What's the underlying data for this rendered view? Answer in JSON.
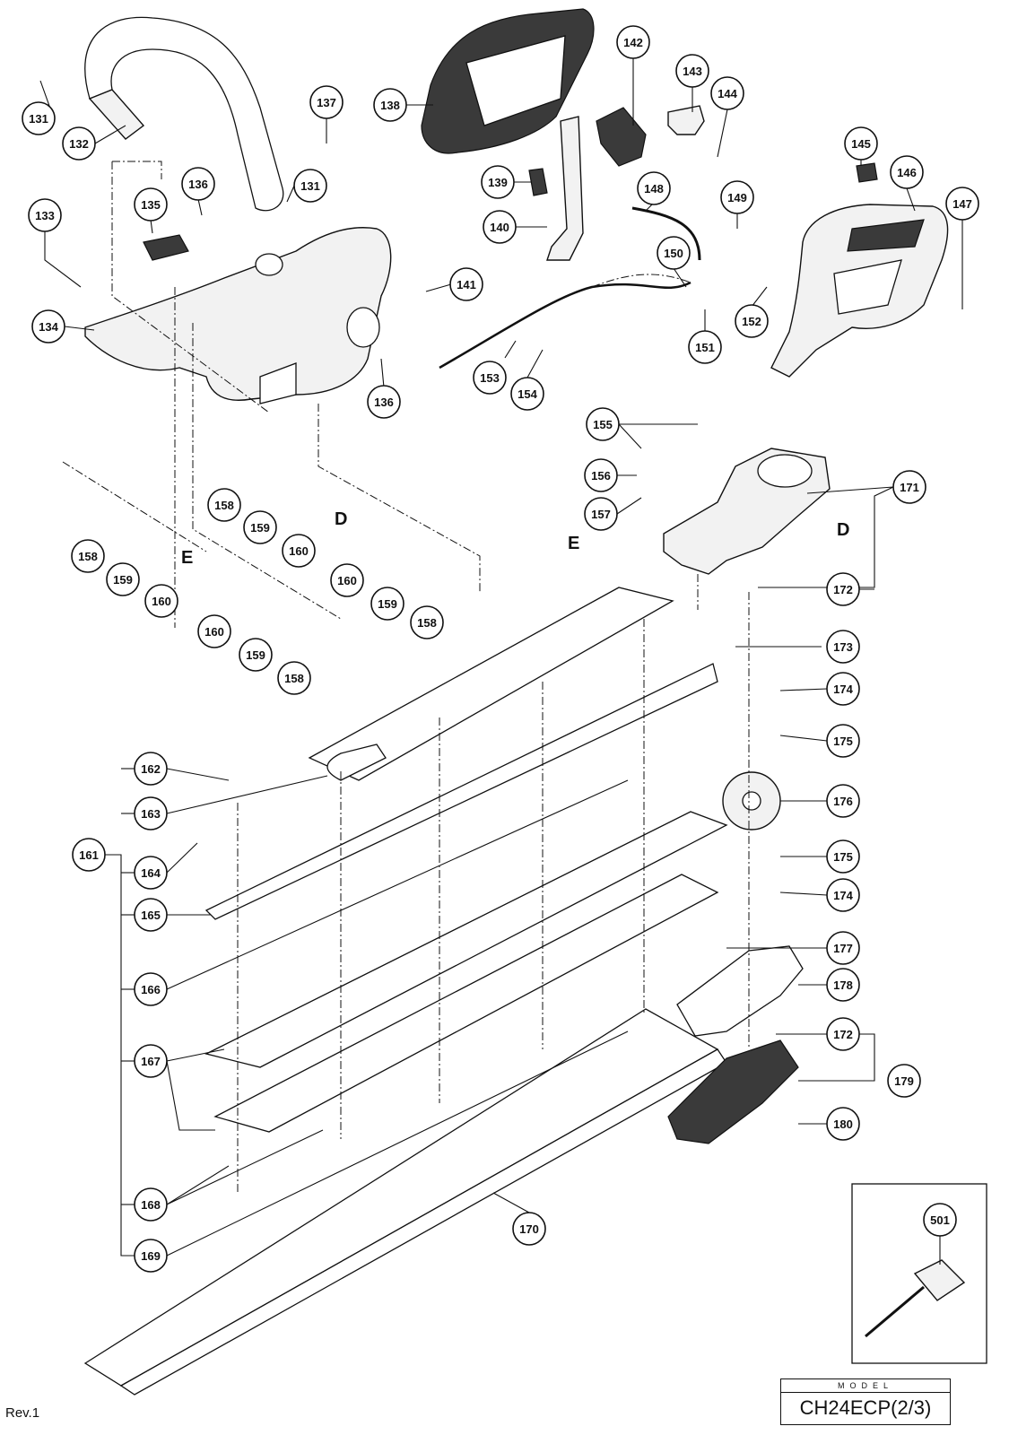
{
  "model": {
    "label": "MODEL",
    "name": "CH24ECP(2/3)"
  },
  "revision": "Rev.1",
  "reference_letters": [
    "D",
    "D",
    "E",
    "E"
  ],
  "callouts": [
    "131",
    "132",
    "131",
    "133",
    "134",
    "135",
    "136",
    "136",
    "137",
    "138",
    "139",
    "140",
    "141",
    "142",
    "143",
    "144",
    "145",
    "146",
    "147",
    "148",
    "149",
    "150",
    "151",
    "152",
    "153",
    "154",
    "155",
    "156",
    "157",
    "158",
    "159",
    "160",
    "158",
    "159",
    "160",
    "160",
    "159",
    "158",
    "160",
    "159",
    "158",
    "161",
    "162",
    "163",
    "164",
    "165",
    "166",
    "167",
    "168",
    "169",
    "170",
    "171",
    "172",
    "173",
    "174",
    "175",
    "176",
    "175",
    "174",
    "177",
    "178",
    "172",
    "179",
    "180",
    "501"
  ]
}
